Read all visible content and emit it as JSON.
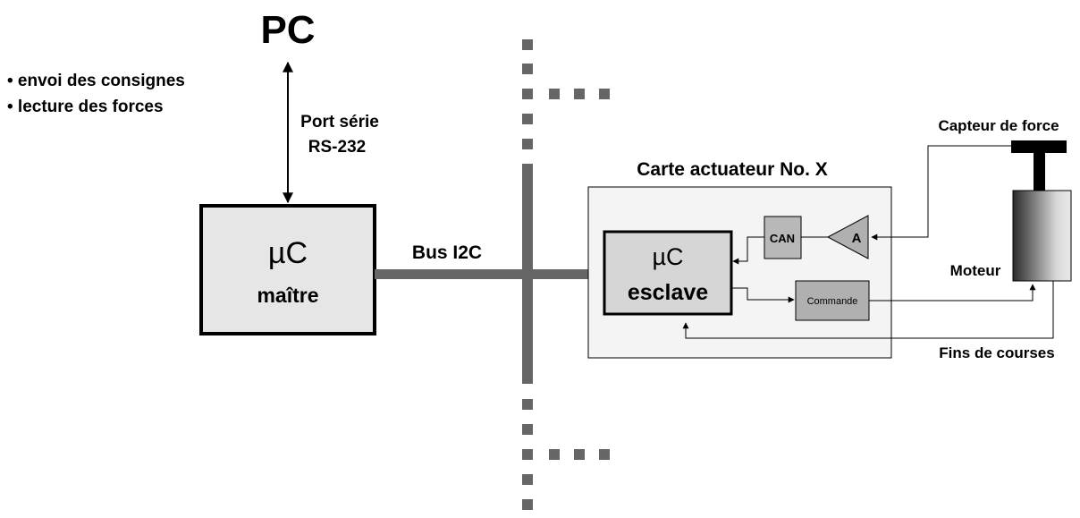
{
  "pc": {
    "title": "PC"
  },
  "notes": [
    "• envoi des consignes",
    "• lecture des forces"
  ],
  "serial_port": {
    "line1": "Port série",
    "line2": "RS-232"
  },
  "master": {
    "line1": "µC",
    "line2": "maître"
  },
  "bus": {
    "label": "Bus I2C"
  },
  "card": {
    "title": "Carte actuateur No. X"
  },
  "slave": {
    "line1": "µC",
    "line2": "esclave"
  },
  "can": {
    "label": "CAN"
  },
  "amplifier": {
    "label": "A"
  },
  "command": {
    "label": "Commande"
  },
  "force_sensor": {
    "label": "Capteur de force"
  },
  "motor": {
    "label": "Moteur"
  },
  "limit_switches": {
    "label": "Fins de courses"
  }
}
